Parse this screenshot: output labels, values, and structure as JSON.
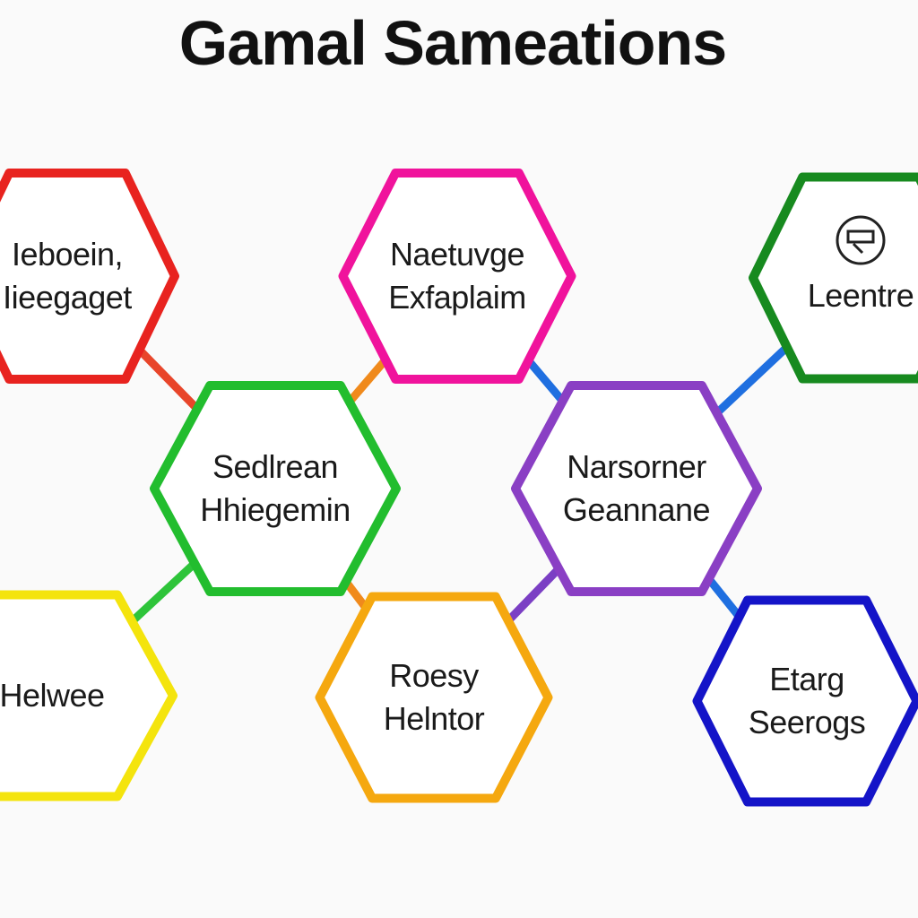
{
  "title": "Gamal Sameations",
  "connectors": [
    {
      "from": "hex-red",
      "to": "hex-green",
      "color": "#e8452a"
    },
    {
      "from": "hex-magenta",
      "to": "hex-green",
      "color": "#f08a1c"
    },
    {
      "from": "hex-magenta",
      "to": "hex-purple",
      "color": "#1f6fe0"
    },
    {
      "from": "hex-darkgreen",
      "to": "hex-purple",
      "color": "#1f6fe0"
    },
    {
      "from": "hex-green",
      "to": "hex-yellow",
      "color": "#2ec43a"
    },
    {
      "from": "hex-green",
      "to": "hex-orange",
      "color": "#f08a1c"
    },
    {
      "from": "hex-purple",
      "to": "hex-orange",
      "color": "#7b3fc4"
    },
    {
      "from": "hex-purple",
      "to": "hex-blue",
      "color": "#1f6fe0"
    }
  ],
  "hexagons": [
    {
      "id": "hex-red",
      "color": "#e8231f",
      "lines": [
        "Ieboein,",
        "Iieegaget"
      ]
    },
    {
      "id": "hex-magenta",
      "color": "#f0139c",
      "lines": [
        "Naetuvge",
        "Exfaplaim"
      ]
    },
    {
      "id": "hex-darkgreen",
      "color": "#178a1f",
      "lines": [
        "Leentre"
      ],
      "icon": "gear-icon"
    },
    {
      "id": "hex-green",
      "color": "#22bd2e",
      "lines": [
        "Sedlrean",
        "Hhiegemin"
      ]
    },
    {
      "id": "hex-purple",
      "color": "#8a3fc4",
      "lines": [
        "Narsorner",
        "Geannane"
      ]
    },
    {
      "id": "hex-yellow",
      "color": "#f4e40d",
      "lines": [
        "Helwee"
      ]
    },
    {
      "id": "hex-orange",
      "color": "#f5a80f",
      "lines": [
        "Roesy",
        "Helntor"
      ]
    },
    {
      "id": "hex-blue",
      "color": "#1414c8",
      "lines": [
        "Etarg",
        "Seerogs"
      ]
    }
  ]
}
